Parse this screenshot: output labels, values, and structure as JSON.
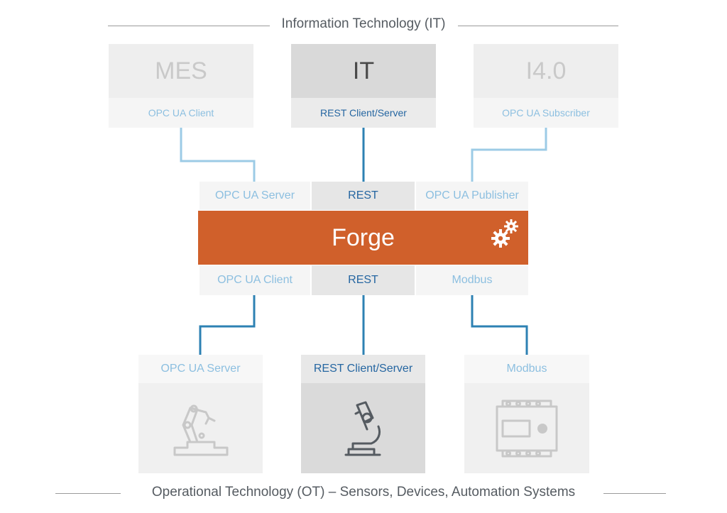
{
  "header": {
    "title": "Information Technology (IT)"
  },
  "footer": {
    "title": "Operational Technology (OT) – Sensors, Devices, Automation Systems"
  },
  "it_systems": [
    {
      "name": "MES",
      "protocol": "OPC UA Client"
    },
    {
      "name": "IT",
      "protocol": "REST Client/Server"
    },
    {
      "name": "I4.0",
      "protocol": "OPC UA Subscriber"
    }
  ],
  "forge": {
    "title": "Forge",
    "icon": "gears-icon",
    "top_ports": [
      "OPC UA Server",
      "REST",
      "OPC UA Publisher"
    ],
    "bottom_ports": [
      "OPC UA Client",
      "REST",
      "Modbus"
    ]
  },
  "ot_devices": [
    {
      "label": "OPC UA Server",
      "icon": "robot-arm-icon"
    },
    {
      "label": "REST Client/Server",
      "icon": "microscope-icon"
    },
    {
      "label": "Modbus",
      "icon": "modbus-device-icon"
    }
  ],
  "colors": {
    "forge": "#d0602b",
    "active_line": "#2d81b3",
    "inactive_line": "#9ccbe6",
    "active_text": "#2566a1",
    "inactive_text": "#8cbfe0",
    "faded_text": "#c9c9c9"
  }
}
